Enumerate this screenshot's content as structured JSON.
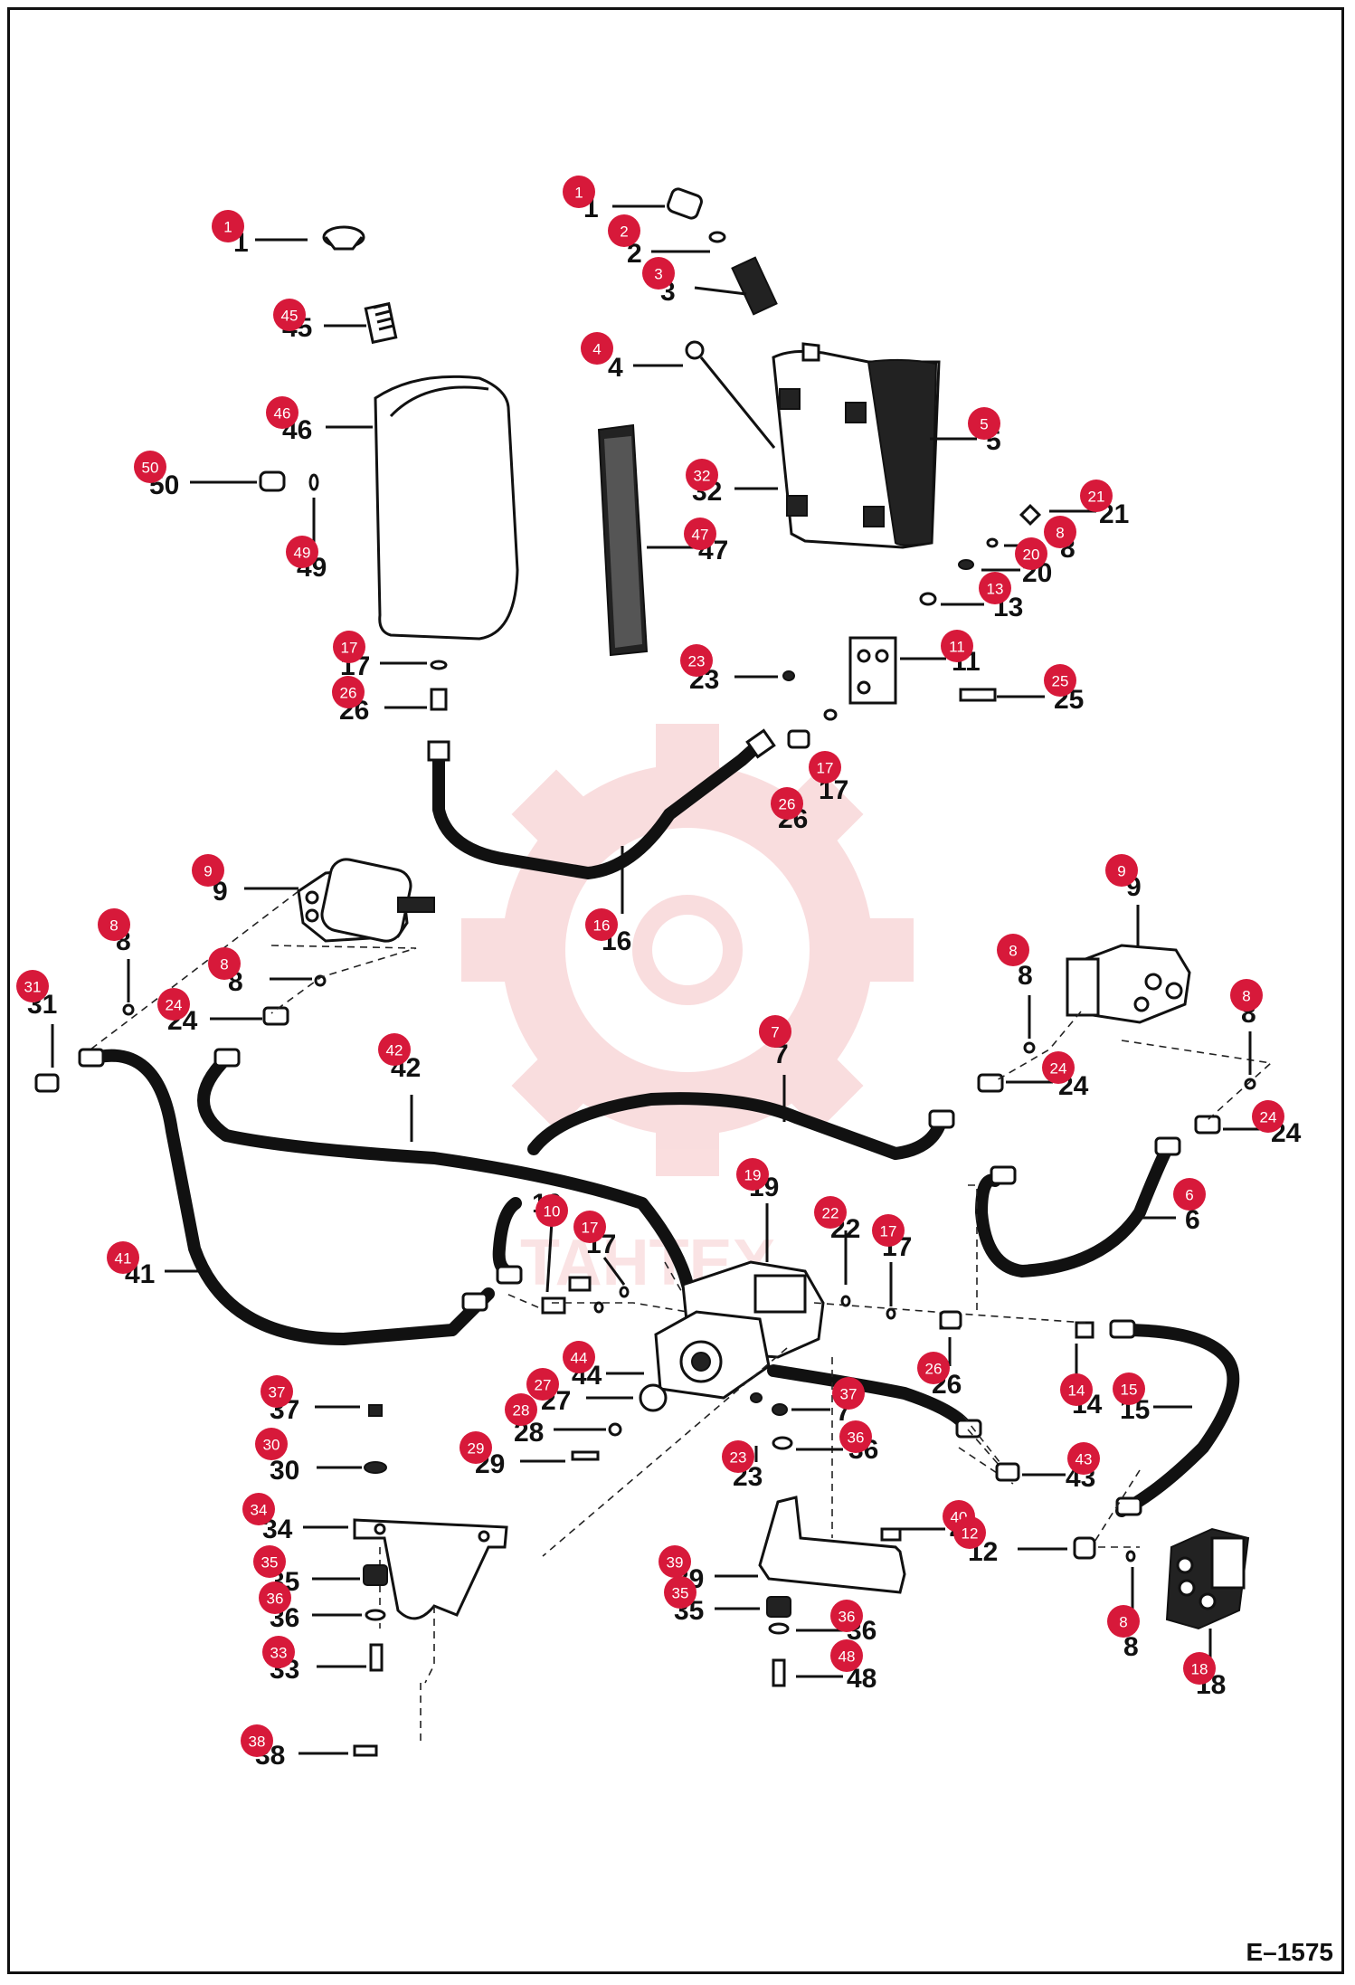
{
  "figure_code": "E–1575",
  "watermark_text": "TAHTEX",
  "badge_color": "#d7193a",
  "callouts": [
    {
      "n": "1"
    },
    {
      "n": "1"
    },
    {
      "n": "2"
    },
    {
      "n": "3"
    },
    {
      "n": "45"
    },
    {
      "n": "4"
    },
    {
      "n": "5"
    },
    {
      "n": "46"
    },
    {
      "n": "50"
    },
    {
      "n": "32"
    },
    {
      "n": "47"
    },
    {
      "n": "49"
    },
    {
      "n": "21"
    },
    {
      "n": "8"
    },
    {
      "n": "20"
    },
    {
      "n": "13"
    },
    {
      "n": "11"
    },
    {
      "n": "23"
    },
    {
      "n": "25"
    },
    {
      "n": "17"
    },
    {
      "n": "26"
    },
    {
      "n": "17"
    },
    {
      "n": "26"
    },
    {
      "n": "16"
    },
    {
      "n": "9"
    },
    {
      "n": "8"
    },
    {
      "n": "8"
    },
    {
      "n": "31"
    },
    {
      "n": "24"
    },
    {
      "n": "42"
    },
    {
      "n": "7"
    },
    {
      "n": "9"
    },
    {
      "n": "8"
    },
    {
      "n": "8"
    },
    {
      "n": "24"
    },
    {
      "n": "24"
    },
    {
      "n": "6"
    },
    {
      "n": "19"
    },
    {
      "n": "10"
    },
    {
      "n": "17"
    },
    {
      "n": "22"
    },
    {
      "n": "17"
    },
    {
      "n": "41"
    },
    {
      "n": "44"
    },
    {
      "n": "27"
    },
    {
      "n": "28"
    },
    {
      "n": "29"
    },
    {
      "n": "26"
    },
    {
      "n": "14"
    },
    {
      "n": "15"
    },
    {
      "n": "37"
    },
    {
      "n": "36"
    },
    {
      "n": "23"
    },
    {
      "n": "43"
    },
    {
      "n": "37"
    },
    {
      "n": "30"
    },
    {
      "n": "34"
    },
    {
      "n": "35"
    },
    {
      "n": "36"
    },
    {
      "n": "33"
    },
    {
      "n": "38"
    },
    {
      "n": "40"
    },
    {
      "n": "12"
    },
    {
      "n": "39"
    },
    {
      "n": "35"
    },
    {
      "n": "36"
    },
    {
      "n": "48"
    },
    {
      "n": "8"
    },
    {
      "n": "18"
    }
  ]
}
